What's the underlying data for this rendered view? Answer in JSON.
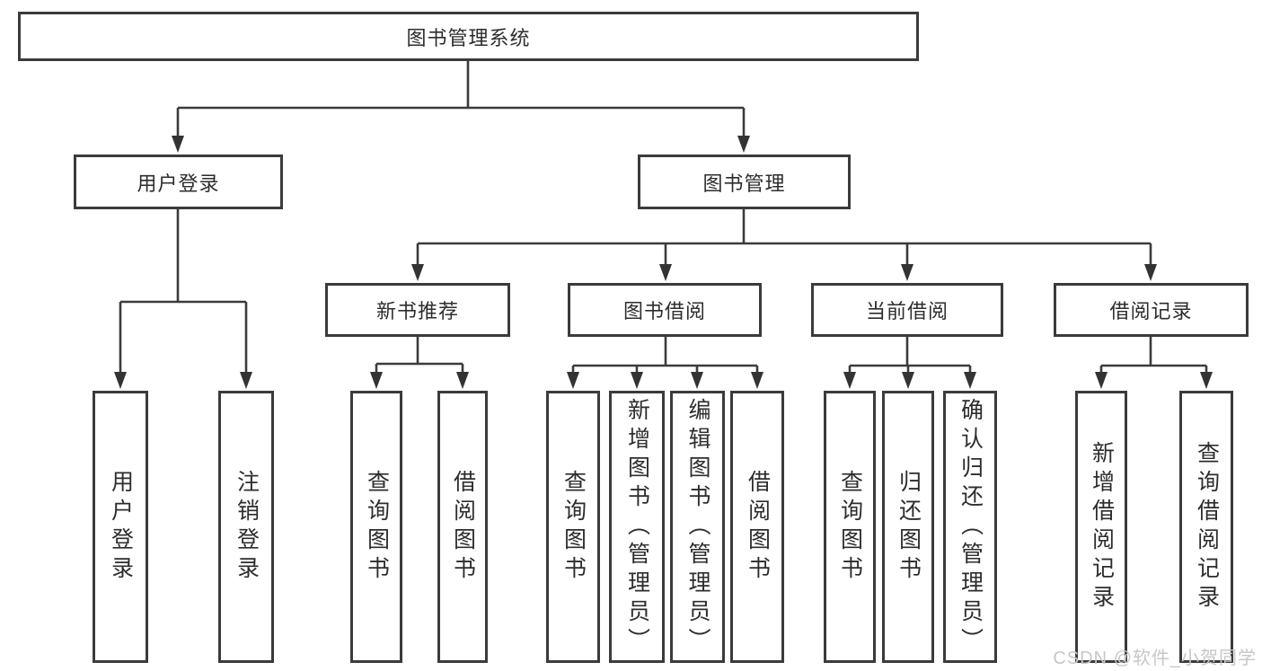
{
  "diagram": {
    "title": "图书管理系统",
    "nodes": {
      "system": "图书管理系统",
      "user_login_branch": "用户登录",
      "book_management": "图书管理",
      "new_book_recommendation": "新书推荐",
      "book_borrowing": "图书借阅",
      "current_borrowing": "当前借阅",
      "borrowing_records": "借阅记录",
      "user_login_leaf": "用户登录",
      "logout": "注销登录",
      "query_books_nb": "查询图书",
      "borrow_books_nb": "借阅图书",
      "query_books_bb": "查询图书",
      "add_books_admin": "新增图书（管理员）",
      "edit_books_admin": "编辑图书（管理员）",
      "borrow_books_bb": "借阅图书",
      "query_books_cb": "查询图书",
      "return_books": "归还图书",
      "confirm_return_admin": "确认归还（管理员）",
      "add_borrowing_record": "新增借阅记录",
      "query_borrowing_record": "查询借阅记录"
    },
    "structure": {
      "system": [
        "user_login_branch",
        "book_management"
      ],
      "user_login_branch": [
        "user_login_leaf",
        "logout"
      ],
      "book_management": [
        "new_book_recommendation",
        "book_borrowing",
        "current_borrowing",
        "borrowing_records"
      ],
      "new_book_recommendation": [
        "query_books_nb",
        "borrow_books_nb"
      ],
      "book_borrowing": [
        "query_books_bb",
        "add_books_admin",
        "edit_books_admin",
        "borrow_books_bb"
      ],
      "current_borrowing": [
        "query_books_cb",
        "return_books",
        "confirm_return_admin"
      ],
      "borrowing_records": [
        "add_borrowing_record",
        "query_borrowing_record"
      ]
    },
    "colors": {
      "line": "#3b3b3b",
      "text": "#2d2d2d",
      "background": "#ffffff",
      "watermark": "#c7c7c7"
    }
  },
  "watermark": {
    "text": "CSDN @软件_小贺同学"
  }
}
